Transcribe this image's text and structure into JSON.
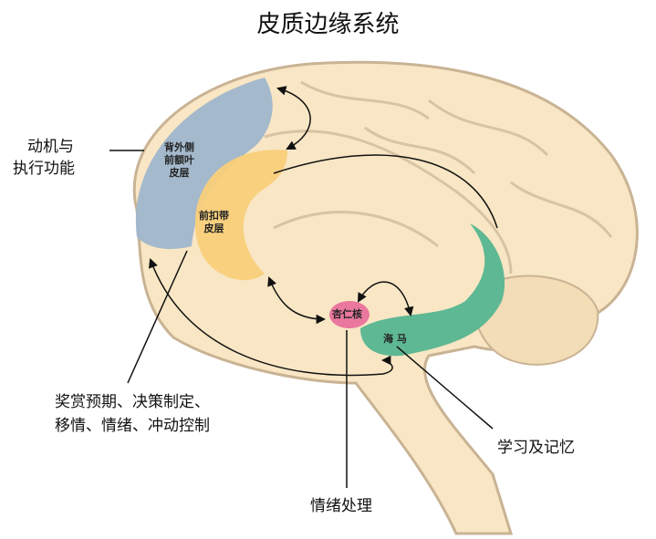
{
  "title": "皮质边缘系统",
  "regions": {
    "dlpfc": "背外侧\n前额叶\n皮层",
    "acc": "前扣带\n皮层",
    "amygdala": "杏仁核",
    "hippocampus": "海 马"
  },
  "annotations": {
    "motivation_line1": "动机与",
    "motivation_line2": "执行功能",
    "reward_line1": "奖赏预期、决策制定、",
    "reward_line2": "移情、情绪、冲动控制",
    "learning": "学习及记忆",
    "emotion": "情绪处理"
  },
  "colors": {
    "dlpfc": "#9fb6cc",
    "acc": "#f9cf7a",
    "amygdala": "#e9779e",
    "hippocampus": "#5eb893",
    "brain": "#f8e6c4"
  }
}
